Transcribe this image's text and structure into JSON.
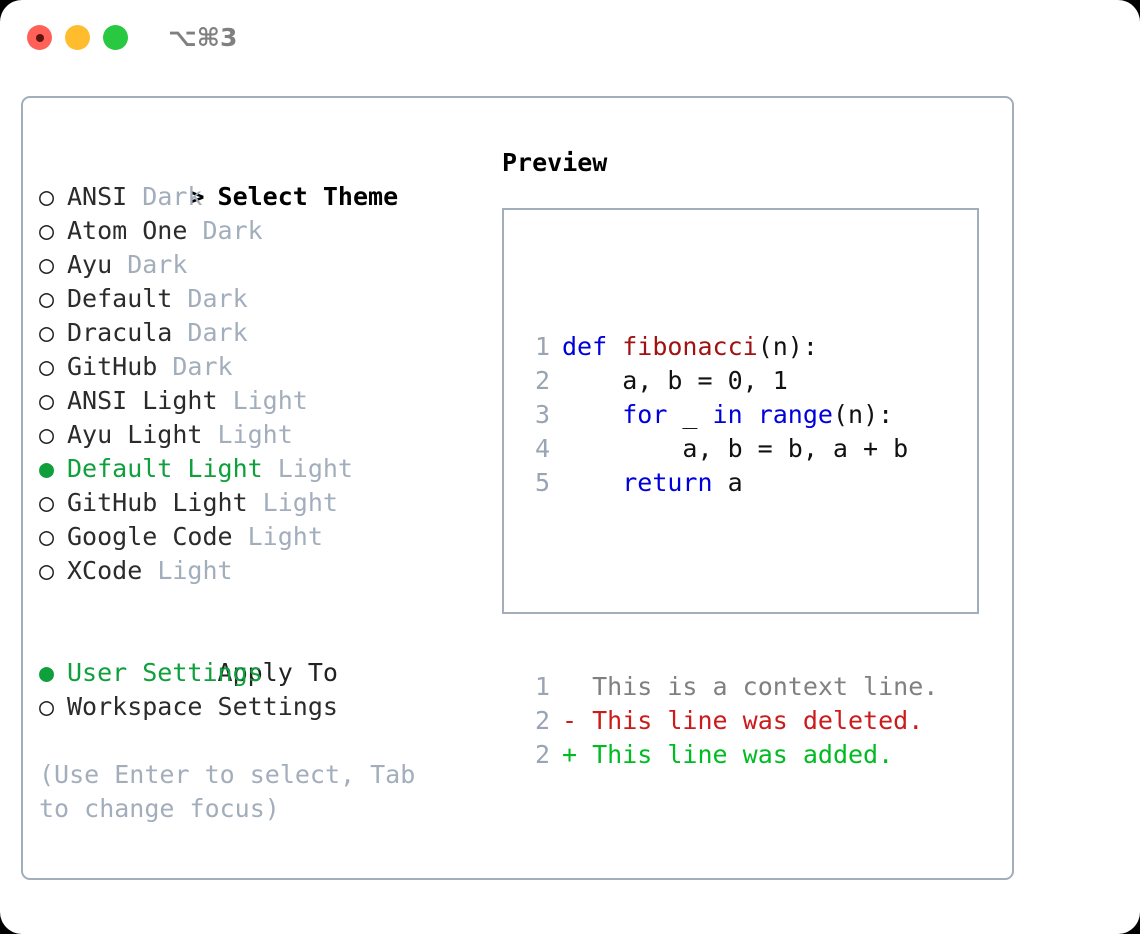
{
  "window": {
    "shortcut": "⌥⌘3",
    "traffic_lights": [
      {
        "name": "close",
        "color": "#ff6159"
      },
      {
        "name": "minimize",
        "color": "#ffbd2e"
      },
      {
        "name": "maximize",
        "color": "#28c840"
      }
    ]
  },
  "colors": {
    "accent_green": "#0fa03c",
    "muted": "#a3aebc",
    "line_number": "#9aa4b2",
    "keyword": "#0000dd",
    "function": "#a11212",
    "diff_added": "#00bb22",
    "diff_deleted": "#cc1b1b",
    "diff_context": "#808080",
    "border": "#a3aebc"
  },
  "markers": {
    "selected": "●",
    "unselected": "○",
    "prompt": ">",
    "blank": " "
  },
  "theme_section": {
    "header": "Select Theme",
    "focused": true,
    "items": [
      {
        "name": "ANSI",
        "category": "Dark",
        "selected": false
      },
      {
        "name": "Atom One",
        "category": "Dark",
        "selected": false
      },
      {
        "name": "Ayu",
        "category": "Dark",
        "selected": false
      },
      {
        "name": "Default",
        "category": "Dark",
        "selected": false
      },
      {
        "name": "Dracula",
        "category": "Dark",
        "selected": false
      },
      {
        "name": "GitHub",
        "category": "Dark",
        "selected": false
      },
      {
        "name": "ANSI Light",
        "category": "Light",
        "selected": false
      },
      {
        "name": "Ayu Light",
        "category": "Light",
        "selected": false
      },
      {
        "name": "Default Light",
        "category": "Light",
        "selected": true
      },
      {
        "name": "GitHub Light",
        "category": "Light",
        "selected": false
      },
      {
        "name": "Google Code",
        "category": "Light",
        "selected": false
      },
      {
        "name": "XCode",
        "category": "Light",
        "selected": false
      }
    ]
  },
  "apply_section": {
    "header": "Apply To",
    "focused": false,
    "items": [
      {
        "name": "User Settings",
        "selected": true
      },
      {
        "name": "Workspace Settings",
        "selected": false
      }
    ]
  },
  "hint": "(Use Enter to select, Tab to change focus)",
  "preview": {
    "title": "Preview",
    "code_lines": [
      {
        "number": "1",
        "tokens": [
          {
            "text": "def ",
            "style": "kw"
          },
          {
            "text": "fibonacci",
            "style": "fn"
          },
          {
            "text": "(n):",
            "style": "plain"
          }
        ]
      },
      {
        "number": "2",
        "tokens": [
          {
            "text": "    a, b = 0, 1",
            "style": "plain"
          }
        ]
      },
      {
        "number": "3",
        "tokens": [
          {
            "text": "    ",
            "style": "plain"
          },
          {
            "text": "for",
            "style": "kw"
          },
          {
            "text": " _ ",
            "style": "plain"
          },
          {
            "text": "in",
            "style": "kw"
          },
          {
            "text": " ",
            "style": "plain"
          },
          {
            "text": "range",
            "style": "kw"
          },
          {
            "text": "(n):",
            "style": "plain"
          }
        ]
      },
      {
        "number": "4",
        "tokens": [
          {
            "text": "        a, b = b, a + b",
            "style": "plain"
          }
        ]
      },
      {
        "number": "5",
        "tokens": [
          {
            "text": "    ",
            "style": "plain"
          },
          {
            "text": "return",
            "style": "kw"
          },
          {
            "text": " a",
            "style": "plain"
          }
        ]
      }
    ],
    "diff_lines": [
      {
        "number": "1",
        "marker": " ",
        "text": "This is a context line.",
        "kind": "context"
      },
      {
        "number": "2",
        "marker": "-",
        "text": "This line was deleted.",
        "kind": "deleted"
      },
      {
        "number": "2",
        "marker": "+",
        "text": "This line was added.",
        "kind": "added"
      }
    ]
  }
}
